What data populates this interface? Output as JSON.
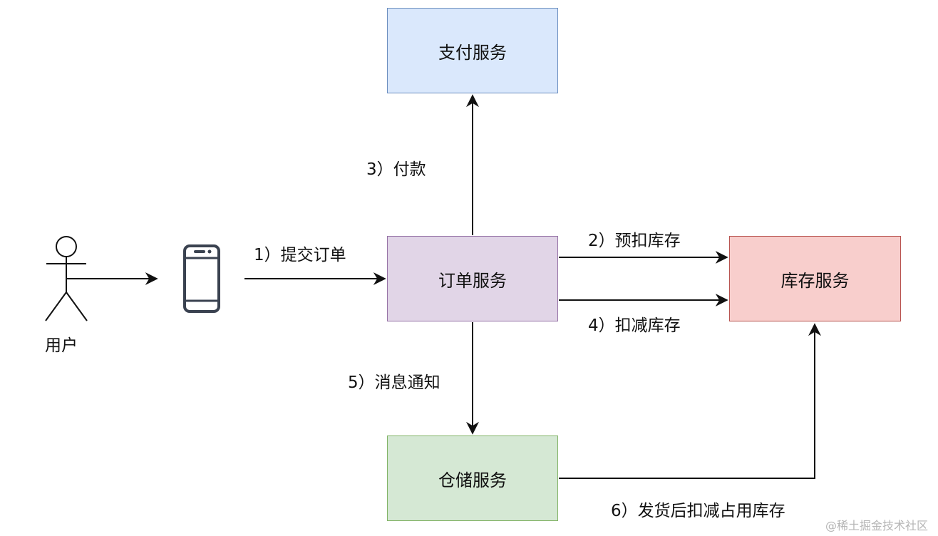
{
  "nodes": {
    "user": "用户",
    "payment": "支付服务",
    "order": "订单服务",
    "inventory": "库存服务",
    "warehouse": "仓储服务"
  },
  "edges": {
    "submit_order": "1）提交订单",
    "pre_deduct": "2）预扣库存",
    "pay": "3）付款",
    "deduct": "4）扣减库存",
    "notify": "5）消息通知",
    "ship_deduct": "6）发货后扣减占用库存"
  },
  "icons": [
    "user-actor-icon",
    "mobile-phone-icon"
  ],
  "watermark": "@稀土掘金技术社区"
}
